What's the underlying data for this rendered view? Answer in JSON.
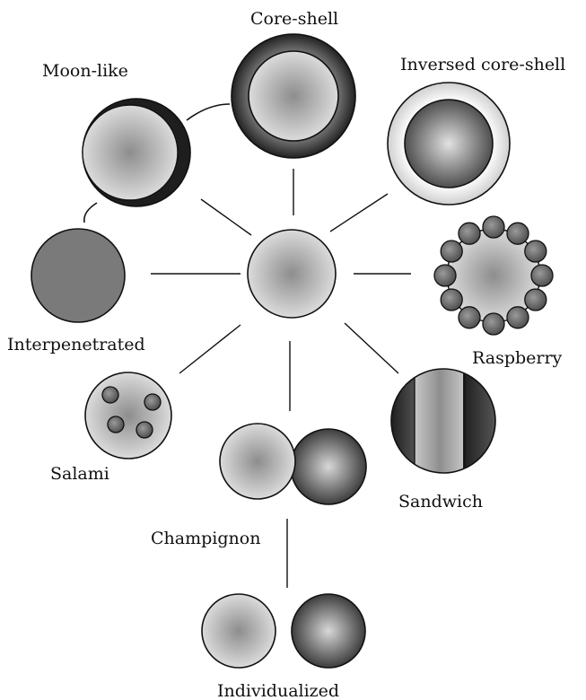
{
  "morphologies": {
    "core_shell": "Core-shell",
    "moon_like": "Moon-like",
    "inversed_core_shell": "Inversed core-shell",
    "interpenetrated": "Interpenetrated",
    "raspberry": "Raspberry",
    "salami": "Salami",
    "sandwich": "Sandwich",
    "champignon": "Champignon",
    "individualized": "Individualized"
  },
  "colors": {
    "outline": "#111111",
    "light_gray": "#dcdcdc",
    "mid_gray": "#8a8a8a",
    "dark_gray": "#3a3a3a",
    "flat_gray": "#7a7a7a"
  }
}
